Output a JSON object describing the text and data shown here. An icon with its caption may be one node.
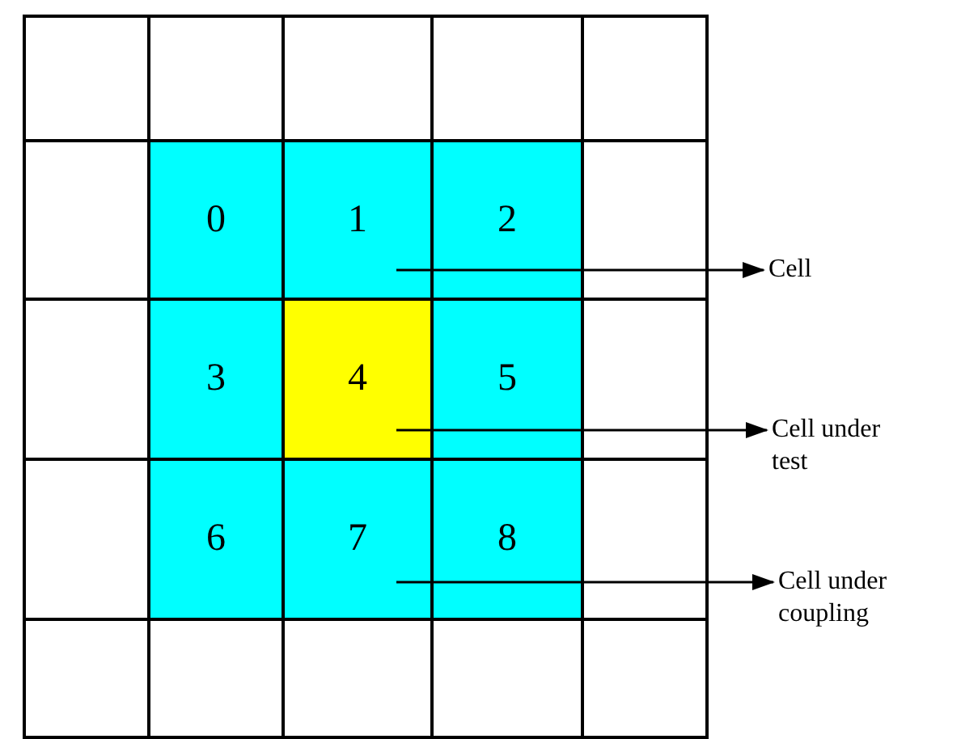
{
  "diagram": {
    "nodes": [
      {
        "text": [],
        "shape": "box"
      },
      {
        "text": [],
        "shape": "box"
      },
      {
        "text": [],
        "shape": "box"
      },
      {
        "text": [],
        "shape": "box"
      },
      {
        "text": [],
        "shape": "box"
      },
      {
        "text": [],
        "shape": "box"
      },
      {
        "text": [
          "0"
        ]
      },
      {
        "text": [
          "1"
        ]
      },
      {
        "text": [
          "2"
        ]
      },
      {
        "text": [],
        "shape": "box"
      },
      {
        "text": [],
        "shape": "box"
      },
      {
        "text": [
          "3"
        ]
      },
      {
        "text": [
          "4"
        ]
      },
      {
        "text": [
          "5"
        ]
      },
      {
        "text": [],
        "shape": "box"
      },
      {
        "text": [],
        "shape": "box"
      },
      {
        "text": [
          "6"
        ]
      },
      {
        "text": [
          "7"
        ]
      },
      {
        "text": [
          "8"
        ]
      },
      {
        "text": [],
        "shape": "box"
      },
      {
        "text": [],
        "shape": "box"
      },
      {
        "text": [],
        "shape": "box"
      },
      {
        "text": [],
        "shape": "box"
      },
      {
        "text": [],
        "shape": "box"
      },
      {
        "text": [],
        "shape": "box"
      },
      {
        "text": [
          "Cell"
        ]
      },
      {
        "text": [
          "Cell under test"
        ]
      },
      {
        "text": [
          "Cell under coupling"
        ]
      }
    ],
    "edges": [
      {
        "from": 7,
        "to": 25,
        "arrow": "to"
      },
      {
        "from": 12,
        "to": 26,
        "arrow": "to"
      },
      {
        "from": 17,
        "to": 27,
        "arrow": "to"
      }
    ]
  }
}
